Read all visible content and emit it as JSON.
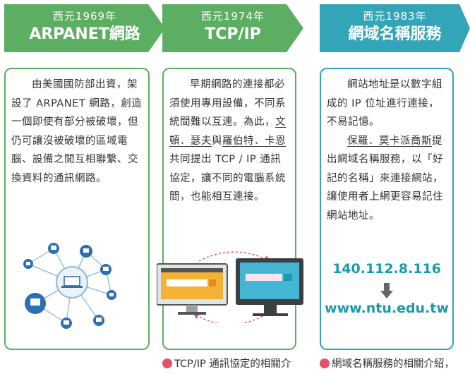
{
  "colors": {
    "green": "#5cae63",
    "teal": "#33a5b8",
    "cyan": "#1b9aa9",
    "bullet": "#e5516a"
  },
  "panels": [
    {
      "year": "西元1969年",
      "title": "ARPANET網路",
      "body": "由美國國防部出資，架設了 ARPANET 網路，創造一個即使有部分被破壞，但仍可讓沒被破壞的區域電腦、設備之間互相聯繫、交換資料的通訊網路。"
    },
    {
      "year": "西元1974年",
      "title": "TCP/IP",
      "body_pre": "早期網路的連接都必須使用專用設備，不同系統間難以互連。為此，",
      "name1": "文頓．瑟夫",
      "mid": "與",
      "name2": "羅伯特．卡恩",
      "body_post": "共同提出 TCP / IP 通訊協定，讓不同的電腦系統間，也能相互連接。",
      "caption": "TCP/IP 通訊協定的相關介"
    },
    {
      "year": "西元1983年",
      "title": "網域名稱服務",
      "body_1": "網站地址是以數字組成的 IP 位址進行連接，不易記憶。",
      "name": "保羅．莫卡派喬斯",
      "body_2": "提出網域名稱服務，以「好記的名稱」來連接網站，讓使用者上網更容易記住網站地址。",
      "ip": "140.112.8.116",
      "url": "www.ntu.edu.tw",
      "caption": "網域名稱服務的相關介紹，"
    }
  ]
}
